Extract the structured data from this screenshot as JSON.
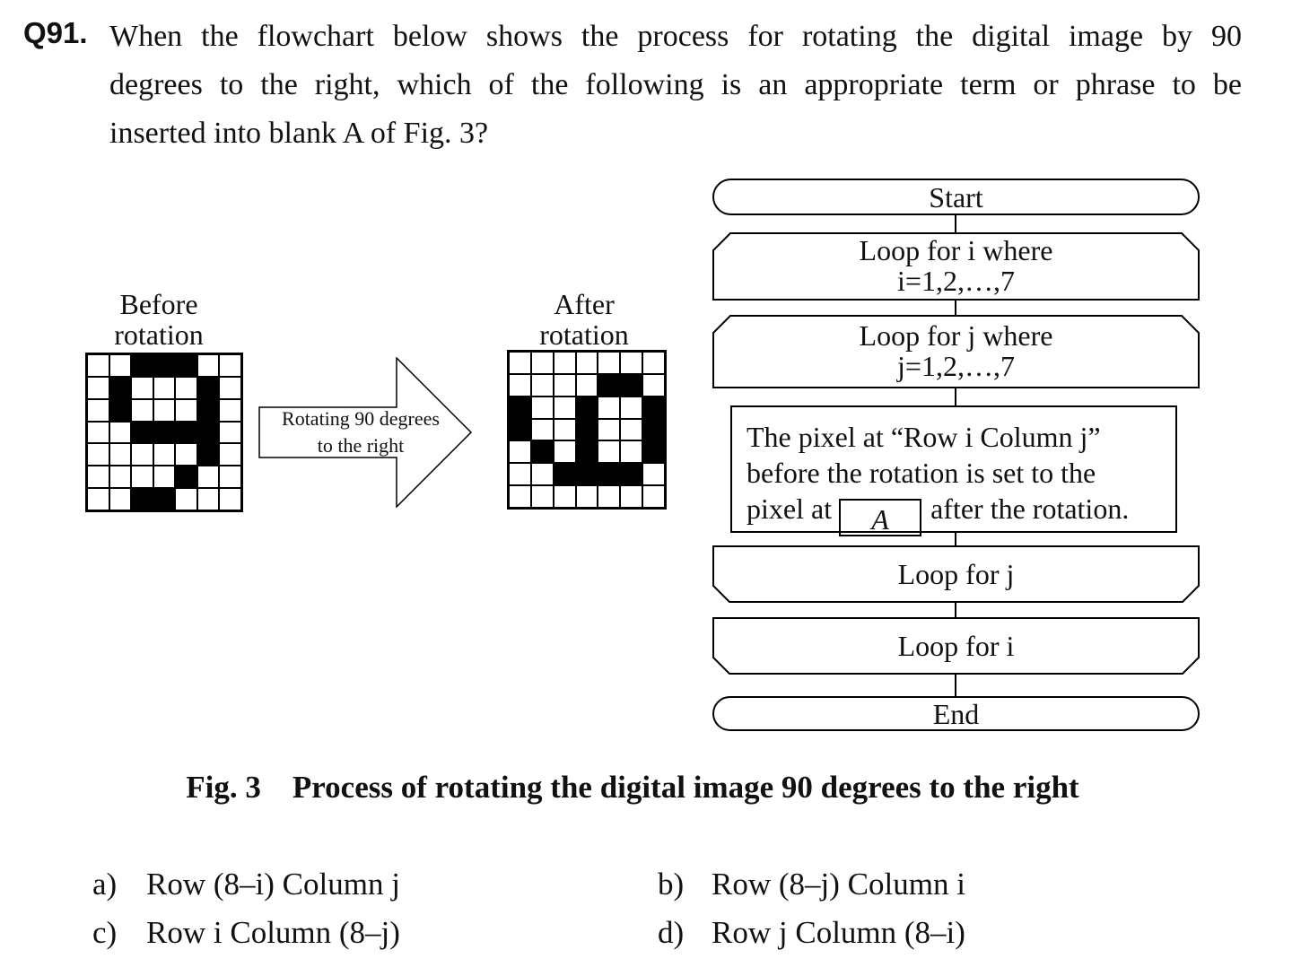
{
  "question": {
    "number": "Q91.",
    "lines": [
      "When the flowchart below shows the process for rotating the digital image by 90",
      "degrees to the right, which of the following is an appropriate term or phrase to be",
      "inserted into blank A of Fig. 3?"
    ]
  },
  "figure": {
    "before_label_1": "Before",
    "before_label_2": "rotation",
    "after_label_1": "After",
    "after_label_2": "rotation",
    "arrow_label_1": "Rotating 90 degrees",
    "arrow_label_2": "to the right",
    "before_grid": [
      [
        0,
        0,
        1,
        1,
        1,
        0,
        0
      ],
      [
        0,
        1,
        0,
        0,
        0,
        1,
        0
      ],
      [
        0,
        1,
        0,
        0,
        0,
        1,
        0
      ],
      [
        0,
        0,
        1,
        1,
        1,
        1,
        0
      ],
      [
        0,
        0,
        0,
        0,
        0,
        1,
        0
      ],
      [
        0,
        0,
        0,
        0,
        1,
        0,
        0
      ],
      [
        0,
        0,
        1,
        1,
        0,
        0,
        0
      ]
    ],
    "after_grid": [
      [
        0,
        0,
        0,
        0,
        0,
        0,
        0
      ],
      [
        0,
        0,
        0,
        0,
        1,
        1,
        0
      ],
      [
        1,
        0,
        0,
        1,
        0,
        0,
        1
      ],
      [
        1,
        0,
        0,
        1,
        0,
        0,
        1
      ],
      [
        0,
        1,
        0,
        1,
        0,
        0,
        1
      ],
      [
        0,
        0,
        1,
        1,
        1,
        1,
        0
      ],
      [
        0,
        0,
        0,
        0,
        0,
        0,
        0
      ]
    ]
  },
  "flowchart": {
    "start": "Start",
    "loop_i_1": "Loop for i where",
    "loop_i_2": "i=1,2,…,7",
    "loop_j_1": "Loop for j where",
    "loop_j_2": "j=1,2,…,7",
    "process_1": "The pixel at “Row i Column j”",
    "process_2": "before the rotation is set to the",
    "process_3a": "pixel at",
    "blank": "A",
    "process_3b": "after the rotation.",
    "end_loop_j": "Loop for j",
    "end_loop_i": "Loop for i",
    "end": "End"
  },
  "figure_caption": "Fig. 3    Process of rotating the digital image 90 degrees to the right",
  "choices": [
    {
      "letter": "a)",
      "text": "Row (8–i) Column j"
    },
    {
      "letter": "b)",
      "text": "Row (8–j) Column i"
    },
    {
      "letter": "c)",
      "text": "Row i Column (8–j)"
    },
    {
      "letter": "d)",
      "text": "Row j Column (8–i)"
    }
  ]
}
